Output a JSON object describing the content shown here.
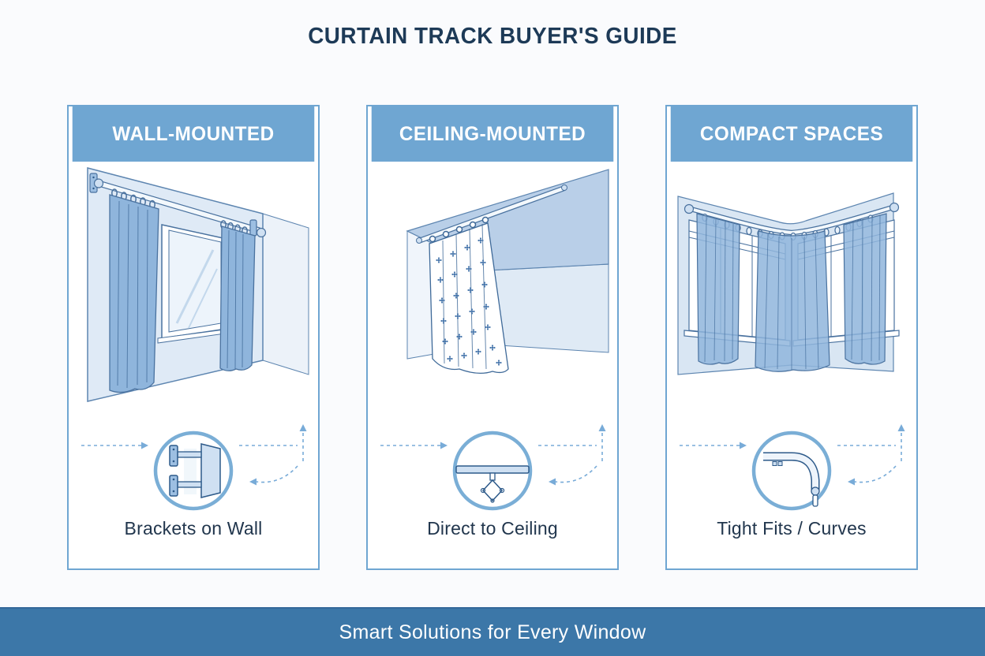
{
  "title": "CURTAIN TRACK BUYER'S GUIDE",
  "panels": [
    {
      "header": "WALL-MOUNTED",
      "caption": "Brackets on Wall",
      "icon": "wall-brackets-icon",
      "illustration": "curtains-on-wall-mounted-rod-beside-window"
    },
    {
      "header": "CEILING-MOUNTED",
      "caption": "Direct to Ceiling",
      "icon": "ceiling-track-icon",
      "illustration": "patterned-curtain-hanging-from-ceiling-track"
    },
    {
      "header": "COMPACT SPACES",
      "caption": "Tight Fits / Curves",
      "icon": "curved-track-icon",
      "illustration": "sheer-curtains-on-curved-corner-track"
    }
  ],
  "banner": "Smart Solutions for Every Window",
  "colors": {
    "background": "#fafbfd",
    "panel_header_blue": "#6fa6d2",
    "panel_border_blue": "#6fa6d2",
    "banner_blue": "#3c77a8",
    "title_text": "#1d3a57",
    "caption_text": "#21364d",
    "arrow_accent": "#78abd8",
    "circle_ring": "#7aaed6",
    "illustration_curtain_blue": "#8fb5dc",
    "illustration_wall_blue": "#dfeaf6",
    "illustration_line_blue": "#4a729f"
  }
}
